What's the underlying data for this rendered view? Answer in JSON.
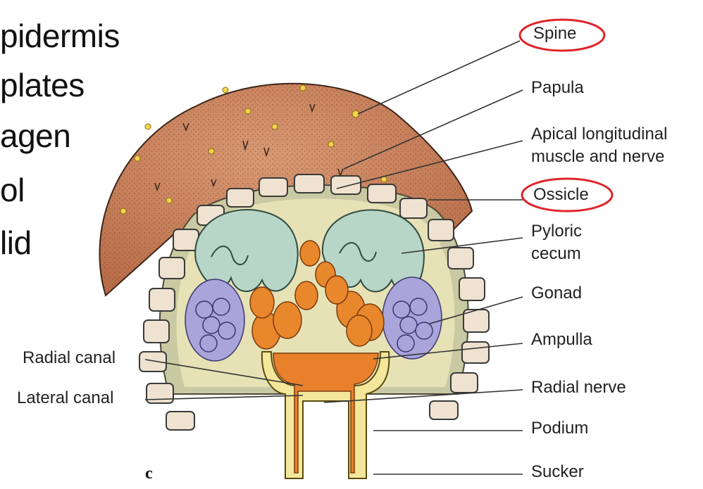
{
  "slide_fragments": [
    "pidermis",
    "plates",
    "agen",
    "ol",
    "lid"
  ],
  "labels": {
    "spine": "Spine",
    "papula": "Papula",
    "apical_1": "Apical longitudinal",
    "apical_2": "muscle and nerve",
    "ossicle": "Ossicle",
    "pyloric_1": "Pyloric",
    "pyloric_2": "cecum",
    "gonad": "Gonad",
    "ampulla": "Ampulla",
    "radial_nerve": "Radial nerve",
    "podium": "Podium",
    "sucker": "Sucker",
    "radial_canal": "Radial canal",
    "lateral_canal": "Lateral canal"
  },
  "figure_letter": "c",
  "highlight_color": "#e0242a"
}
